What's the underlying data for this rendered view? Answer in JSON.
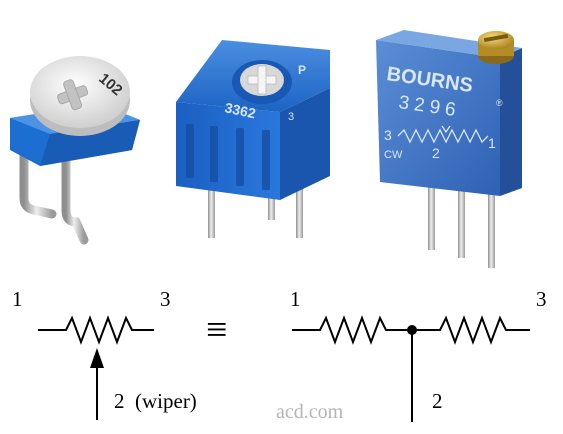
{
  "photos": {
    "pot1": {
      "marking": "102"
    },
    "pot2": {
      "marking": "3362",
      "pin_mark": "3",
      "logo_mark": "P"
    },
    "pot3": {
      "brand": "BOURNS",
      "model": "3296",
      "registered": "®",
      "pin_mark_3": "3",
      "pin_mark_2": "2",
      "pin_mark_1": "1",
      "cw_mark": "CW"
    }
  },
  "schematic_left": {
    "pin1_label": "1",
    "pin3_label": "3",
    "wiper_label": "2  (wiper)"
  },
  "equivalence_symbol": "≡",
  "schematic_right": {
    "pin1_label": "1",
    "pin3_label": "3",
    "pin2_label": "2"
  },
  "watermark": "acd.com",
  "colors": {
    "pot_blue": "#1c6fd1",
    "trimmer_white": "#eeeeee",
    "pin_metal": "#c9c9c9",
    "brass": "#d9b13b",
    "line": "#000000"
  }
}
